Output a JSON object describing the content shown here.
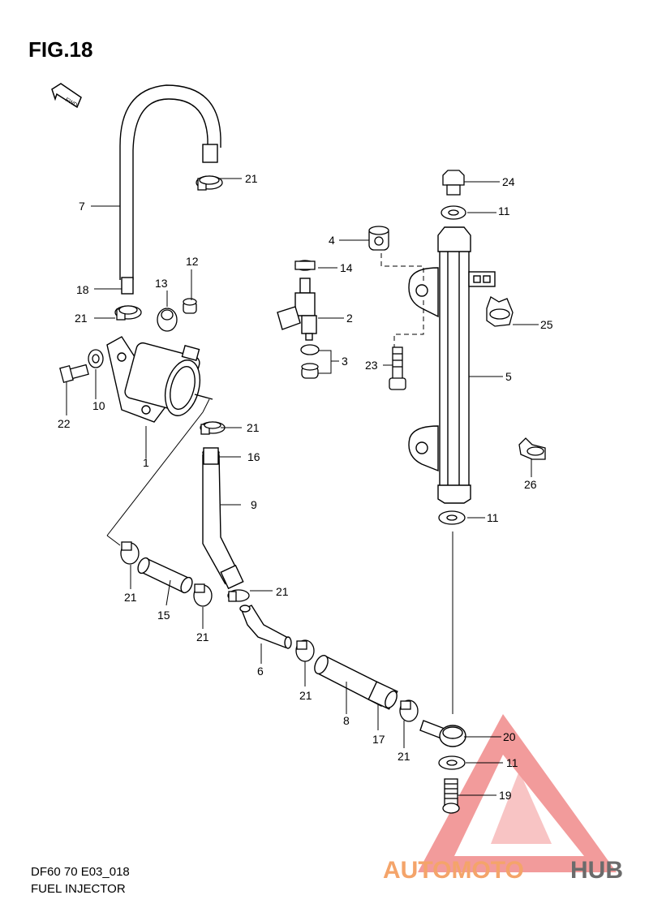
{
  "figure": {
    "title": "FIG.18",
    "code": "DF60 70 E03_018",
    "name": "FUEL INJECTOR"
  },
  "direction_marker": "FWD",
  "watermark": {
    "part1": "AUTOMOTO",
    "part2": "HUB",
    "color1": "#f4a46a",
    "color2": "#6b6b6b",
    "triangle_color": "#f08a8a"
  },
  "callouts": [
    {
      "id": "c1",
      "text": "1"
    },
    {
      "id": "c2",
      "text": "2"
    },
    {
      "id": "c3",
      "text": "3"
    },
    {
      "id": "c4",
      "text": "4"
    },
    {
      "id": "c5",
      "text": "5"
    },
    {
      "id": "c6",
      "text": "6"
    },
    {
      "id": "c7",
      "text": "7"
    },
    {
      "id": "c8",
      "text": "8"
    },
    {
      "id": "c9",
      "text": "9"
    },
    {
      "id": "c10",
      "text": "10"
    },
    {
      "id": "c11a",
      "text": "11"
    },
    {
      "id": "c11b",
      "text": "11"
    },
    {
      "id": "c11c",
      "text": "11"
    },
    {
      "id": "c12",
      "text": "12"
    },
    {
      "id": "c13",
      "text": "13"
    },
    {
      "id": "c14",
      "text": "14"
    },
    {
      "id": "c15",
      "text": "15"
    },
    {
      "id": "c16",
      "text": "16"
    },
    {
      "id": "c17",
      "text": "17"
    },
    {
      "id": "c18",
      "text": "18"
    },
    {
      "id": "c19",
      "text": "19"
    },
    {
      "id": "c20",
      "text": "20"
    },
    {
      "id": "c21a",
      "text": "21"
    },
    {
      "id": "c21b",
      "text": "21"
    },
    {
      "id": "c21c",
      "text": "21"
    },
    {
      "id": "c21d",
      "text": "21"
    },
    {
      "id": "c21e",
      "text": "21"
    },
    {
      "id": "c21f",
      "text": "21"
    },
    {
      "id": "c21g",
      "text": "21"
    },
    {
      "id": "c21h",
      "text": "21"
    },
    {
      "id": "c22",
      "text": "22"
    },
    {
      "id": "c23",
      "text": "23"
    },
    {
      "id": "c24",
      "text": "24"
    },
    {
      "id": "c25",
      "text": "25"
    },
    {
      "id": "c26",
      "text": "26"
    }
  ]
}
